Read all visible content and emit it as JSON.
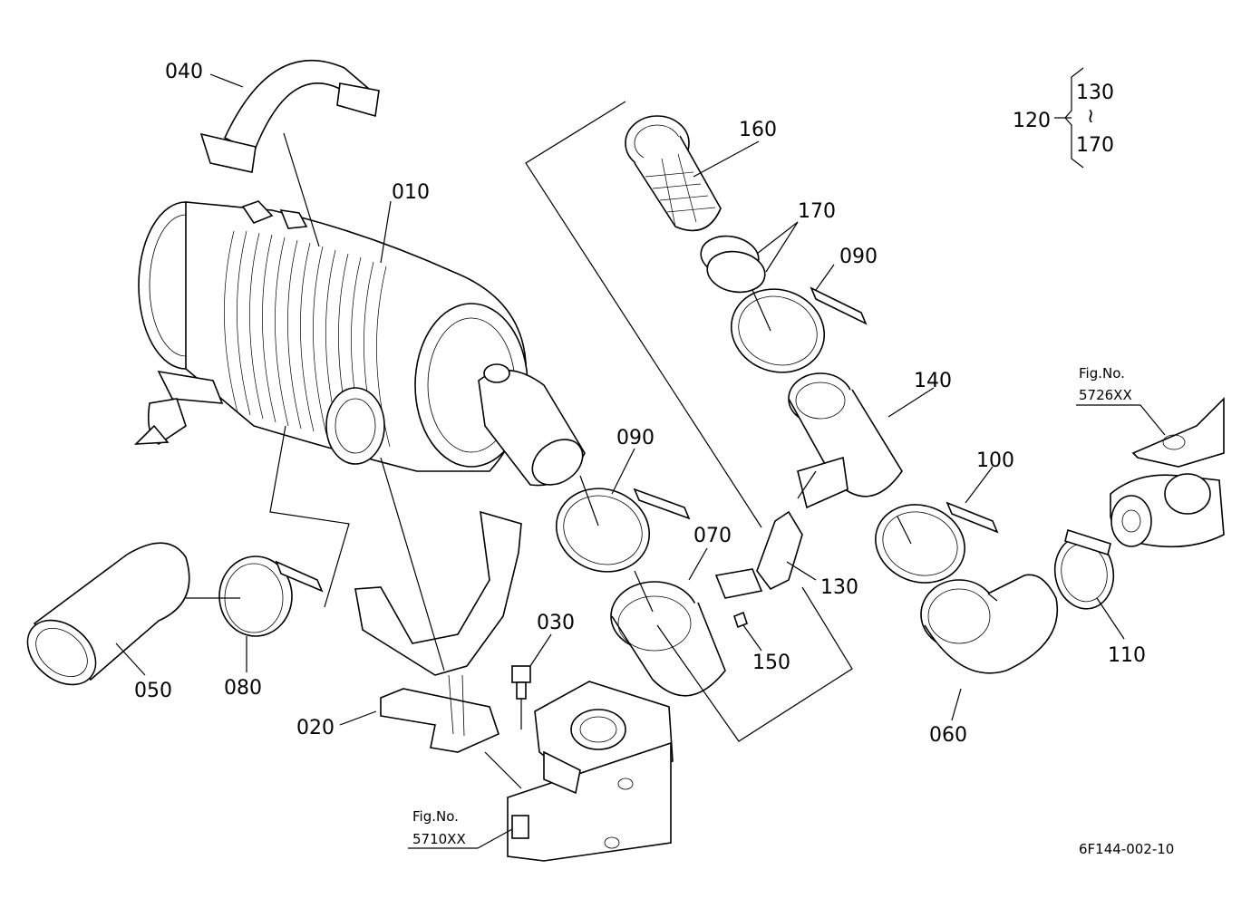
{
  "labels": {
    "p010": "010",
    "p020": "020",
    "p030": "030",
    "p040": "040",
    "p050": "050",
    "p060": "060",
    "p070": "070",
    "p080": "080",
    "p090a": "090",
    "p090b": "090",
    "p100": "100",
    "p110": "110",
    "p120": "120",
    "p130": "130",
    "p130b": "130",
    "p140": "140",
    "p150": "150",
    "p160": "160",
    "p170": "170",
    "p170b": "170",
    "tilde": "≀"
  },
  "references": {
    "fig_a_title": "Fig.No.",
    "fig_a_number": "5726XX",
    "fig_b_title": "Fig.No.",
    "fig_b_number": "5710XX"
  },
  "drawing_code": "6F144-002-10"
}
